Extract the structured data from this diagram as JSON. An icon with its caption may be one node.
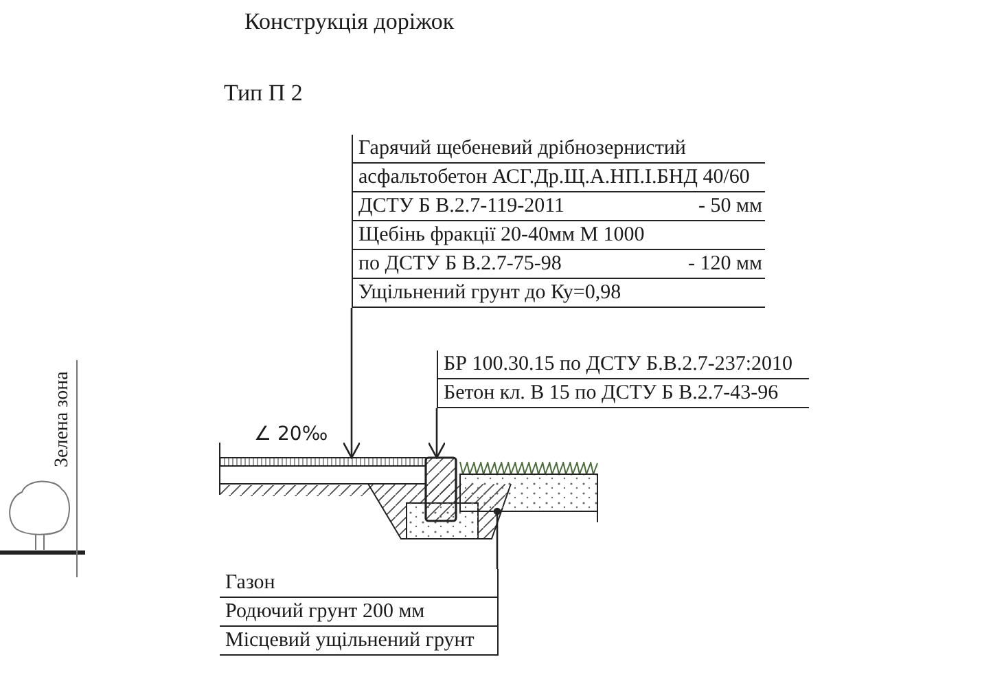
{
  "diagram": {
    "title": "Конструкція доріжок",
    "nodes": [
      {
        "text": [
          "Гарячий щебеневий дрібнозернистий асфальтобетон АСГ.Др.Щ.А.НП.І.БНД 40/60 ДСТУ Б В.2.7-119-2011",
          "- 50 мм",
          "Щебінь фракції 20-40мм  М 1000 по ДСТУ Б В.2.7-75-98",
          "- 120 мм",
          "Ущільнений грунт до  Ку=0,98"
        ]
      },
      {
        "text": [
          "БР 100.30.15 по ДСТУ Б.В.2.7-237:2010",
          "Бетон кл. В 15 по ДСТУ Б В.2.7-43-96"
        ]
      },
      {
        "text": [
          "Газон",
          "Родючий грунт 200 мм",
          "Місцевий ущільнений грунт"
        ]
      },
      {
        "text": [],
        "shape": "bar",
        "beside": [
          "∠ 20‰"
        ]
      },
      {
        "text": [],
        "shape": "box"
      },
      {
        "text": [],
        "shape": "bar"
      }
    ],
    "edges": [
      {
        "from": 0,
        "to": 3,
        "arrow": "to"
      },
      {
        "from": 1,
        "to": 4,
        "arrow": "to"
      },
      {
        "from": 2,
        "to": 5,
        "arrow": "other"
      }
    ],
    "labels": [
      "Тип П 2",
      "Зелена зона"
    ]
  }
}
